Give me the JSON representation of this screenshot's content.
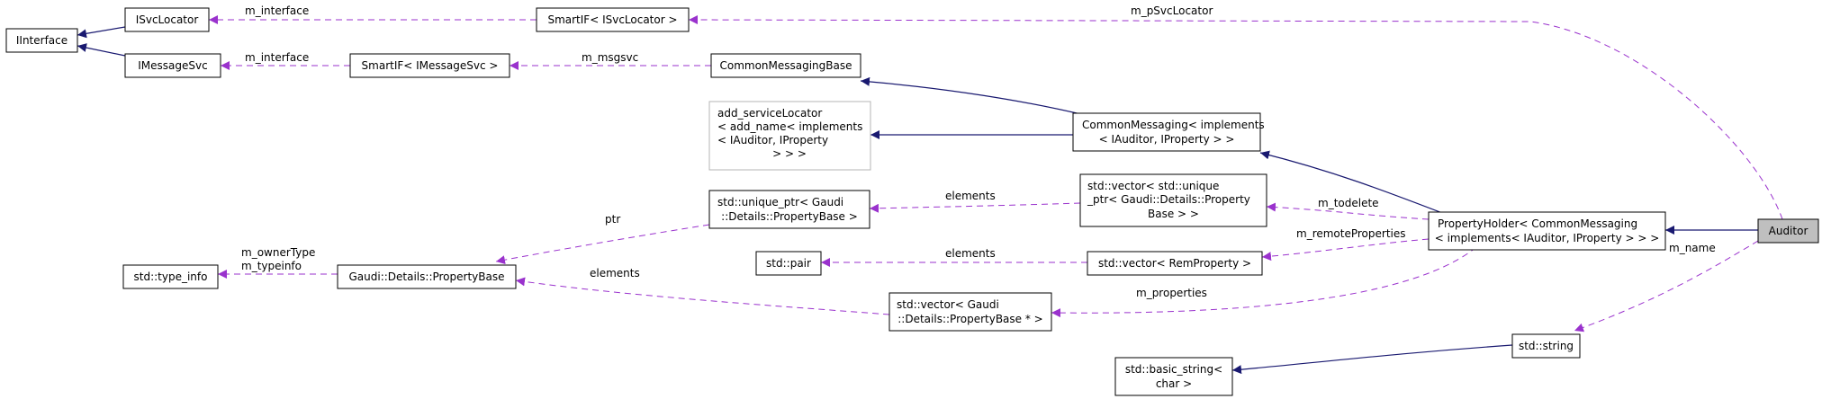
{
  "nodes": {
    "auditor": "Auditor",
    "iinterface": "IInterface",
    "isvclocator": "ISvcLocator",
    "imessagesvc": "IMessageSvc",
    "smartif_svclocator": "SmartIF< ISvcLocator >",
    "smartif_messagesvc": "SmartIF< IMessageSvc >",
    "common_messaging_base": "CommonMessagingBase",
    "add_service_locator": [
      "add_serviceLocator",
      "< add_name< implements",
      "< IAuditor, IProperty",
      "> > >"
    ],
    "common_messaging": [
      "CommonMessaging< implements",
      "< IAuditor, IProperty > >"
    ],
    "property_holder": [
      "PropertyHolder< CommonMessaging",
      "< implements< IAuditor, IProperty > > >"
    ],
    "vector_unique_ptr": [
      "std::vector< std::unique",
      "_ptr< Gaudi::Details::Property",
      "Base > >"
    ],
    "unique_ptr": [
      "std::unique_ptr< Gaudi",
      "::Details::PropertyBase >"
    ],
    "pair": "std::pair",
    "vector_remproperty": "std::vector< RemProperty >",
    "type_info": "std::type_info",
    "property_base": "Gaudi::Details::PropertyBase",
    "vector_propertybase_ptr": [
      "std::vector< Gaudi",
      "::Details::PropertyBase * >"
    ],
    "std_string": "std::string",
    "basic_string": [
      "std::basic_string<",
      "char >"
    ]
  },
  "edge_labels": {
    "m_pSvcLocator": "m_pSvcLocator",
    "m_interface_1": "m_interface",
    "m_interface_2": "m_interface",
    "m_msgsvc": "m_msgsvc",
    "m_todelete": "m_todelete",
    "m_remoteProperties": "m_remoteProperties",
    "m_properties": "m_properties",
    "m_name": "m_name",
    "elements_1": "elements",
    "elements_2": "elements",
    "elements_3": "elements",
    "ptr": "ptr",
    "m_ownerType": "m_ownerType",
    "m_typeinfo": "m_typeinfo"
  },
  "colors": {
    "inheritance_edge": "#191970",
    "usage_edge": "#9a32cd",
    "focus_fill": "#bfbfbf",
    "undocumented_border": "#b4b4b4"
  }
}
